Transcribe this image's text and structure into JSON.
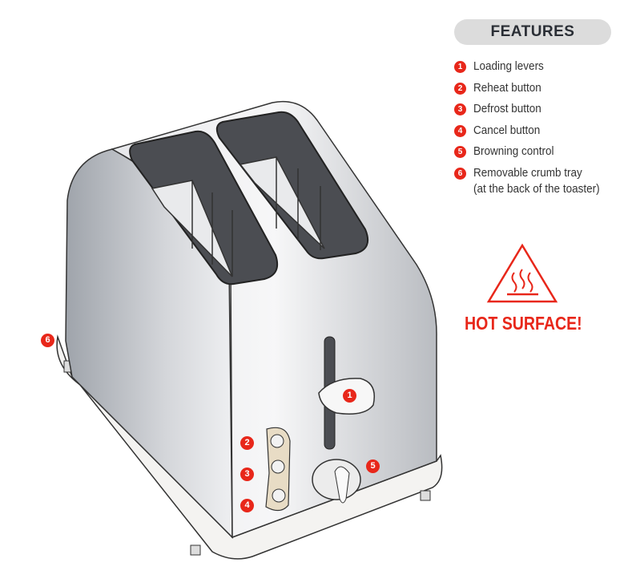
{
  "features": {
    "title": "FEATURES",
    "items": [
      {
        "num": "1",
        "label": "Loading levers"
      },
      {
        "num": "2",
        "label": "Reheat button"
      },
      {
        "num": "3",
        "label": "Defrost button"
      },
      {
        "num": "4",
        "label": "Cancel button"
      },
      {
        "num": "5",
        "label": "Browning control"
      },
      {
        "num": "6",
        "label": "Removable crumb tray",
        "sub": "(at the back of the toaster)"
      }
    ]
  },
  "warning": {
    "label": "HOT SURFACE!",
    "icon": "hot-surface-icon"
  },
  "colors": {
    "accent": "#e8271a"
  }
}
